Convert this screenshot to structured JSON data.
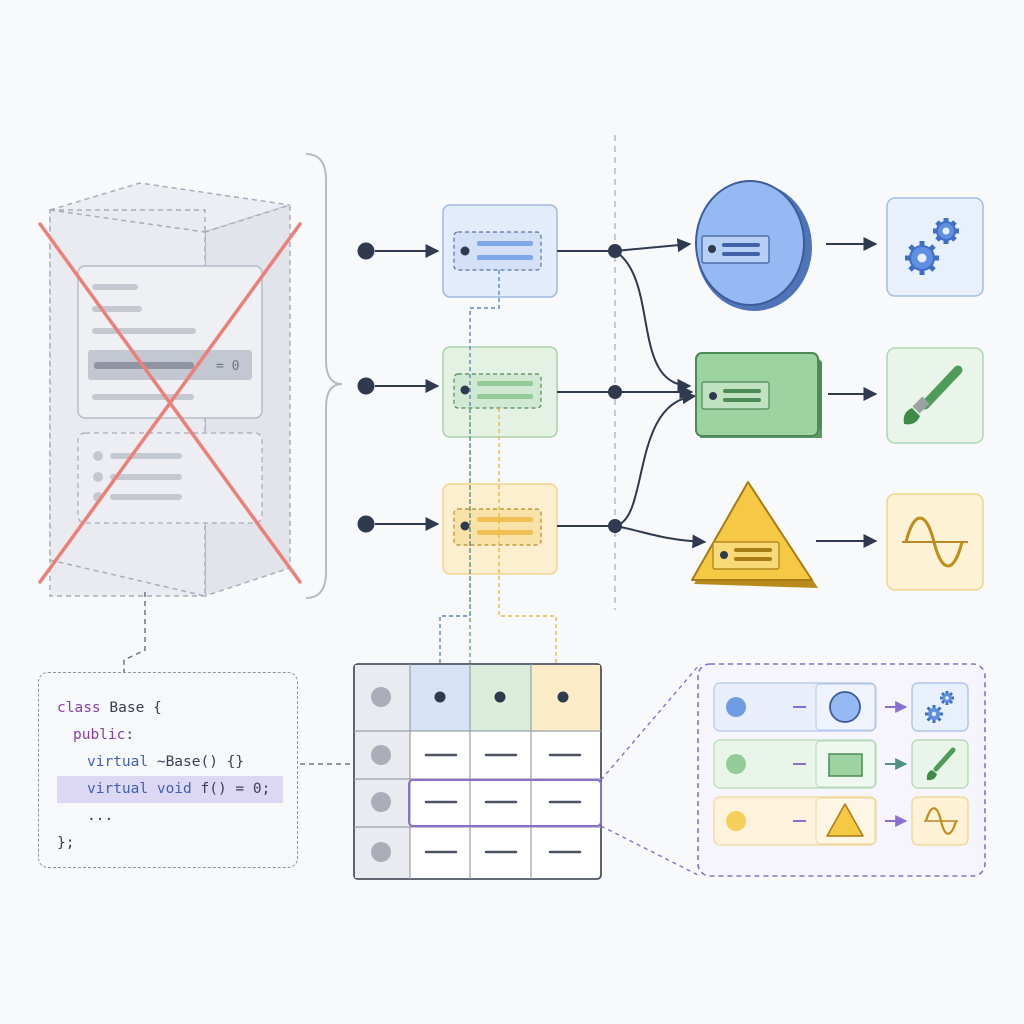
{
  "code": {
    "line1": {
      "kw": "class",
      "rest": " Base {"
    },
    "line2": {
      "kw": "public",
      "rest": ":"
    },
    "line3": {
      "kw": "virtual",
      "rest": " ~Base() {}"
    },
    "line4": {
      "kw": "virtual",
      "kw2": " void",
      "rest": " f() = 0;"
    },
    "line5": "...",
    "line6": "};"
  },
  "base_box_label": "= 0",
  "colors": {
    "blue": "#7fa8e8",
    "green": "#93cc98",
    "yellow": "#f4c545",
    "node": "#2f3a4f",
    "cross": "#ec8078",
    "highlight": "#9a7ed6"
  },
  "icons": {
    "row1": "gears-icon",
    "row2": "brush-icon",
    "row3": "sine-wave-icon"
  }
}
